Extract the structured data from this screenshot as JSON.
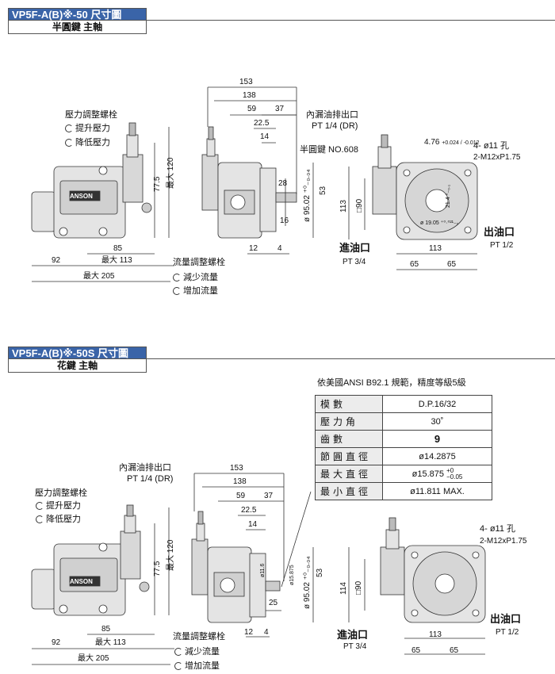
{
  "section1": {
    "title": "VP5F-A(B)※-50 尺寸圖",
    "subtitle": "半圓鍵 主軸",
    "side_view": {
      "pressure_screw": "壓力調整螺栓",
      "raise_pressure": "提升壓力",
      "lower_pressure": "降低壓力",
      "flow_screw": "流量調整螺栓",
      "reduce_flow": "減少流量",
      "increase_flow": "增加流量",
      "dim_77_5": "77.5",
      "dim_max120": "最大 120",
      "dim_85": "85",
      "dim_92": "92",
      "dim_max113": "最大 113",
      "dim_max205": "最大 205",
      "logo": "ANSON"
    },
    "front_view": {
      "drain": "內漏油排出口",
      "drain_pt": "PT 1/4 (DR)",
      "key": "半圓鍵 NO.608",
      "dim_153": "153",
      "dim_138": "138",
      "dim_59": "59",
      "dim_37": "37",
      "dim_22_5": "22.5",
      "dim_14": "14",
      "dim_28": "28",
      "dim_16": "16",
      "dim_12": "12",
      "dim_4": "4",
      "dim_53": "53",
      "dim_phi95": "ø 95.02 ⁺⁰₋₀.₀₄"
    },
    "end_view": {
      "dim_476": "4.76",
      "tol_476": "+0.024 / -0.012",
      "holes": "4- ø11 孔",
      "thread": "2-M12xP1.75",
      "dim_113v": "113",
      "sq90": "□90",
      "dim_214": "21.4 ⁰₋₀.₁",
      "dim_phi1905": "ø 19.05 ⁺⁰·⁰²¹₋₀",
      "outlet": "出油口",
      "outlet_pt": "PT 1/2",
      "inlet": "進油口",
      "inlet_pt": "PT 3/4",
      "dim_113": "113",
      "dim_65a": "65",
      "dim_65b": "65"
    }
  },
  "section2": {
    "title": "VP5F-A(B)※-50S 尺寸圖",
    "subtitle": "花鍵 主軸",
    "spline_caption": "依美國ANSI  B92.1 規範，精度等級5級",
    "spline_table": [
      {
        "key": "模數",
        "value": "D.P.16/32"
      },
      {
        "key": "壓力角",
        "value": "30˚"
      },
      {
        "key": "齒數",
        "value": "9"
      },
      {
        "key": "節圓直徑",
        "value": "ø14.2875"
      },
      {
        "key": "最大直徑",
        "value": "ø15.875",
        "tol_up": "+0",
        "tol_low": "−0.05"
      },
      {
        "key": "最小直徑",
        "value": "ø11.811 MAX."
      }
    ],
    "side_view": {
      "pressure_screw": "壓力調整螺栓",
      "raise_pressure": "提升壓力",
      "lower_pressure": "降低壓力",
      "flow_screw": "流量調整螺栓",
      "reduce_flow": "減少流量",
      "increase_flow": "增加流量",
      "dim_77_5": "77.5",
      "dim_max120": "最大 120",
      "dim_85": "85",
      "dim_92": "92",
      "dim_max113": "最大 113",
      "dim_max205": "最大 205",
      "logo": "ANSON"
    },
    "front_view": {
      "drain": "內漏油排出口",
      "drain_pt": "PT 1/4 (DR)",
      "dim_153": "153",
      "dim_138": "138",
      "dim_59": "59",
      "dim_37": "37",
      "dim_22_5": "22.5",
      "dim_14": "14",
      "dim_phi116": "ø11.6",
      "dim_phi15875": "ø15.875",
      "dim_phi95": "ø 95.02 ⁺⁰₋₀.₀₄",
      "dim_53": "53",
      "dim_25": "25",
      "dim_12": "12",
      "dim_4": "4"
    },
    "end_view": {
      "holes": "4- ø11 孔",
      "thread": "2-M12xP1.75",
      "dim_114v": "114",
      "sq90": "□90",
      "outlet": "出油口",
      "outlet_pt": "PT 1/2",
      "inlet": "進油口",
      "inlet_pt": "PT 3/4",
      "dim_113": "113",
      "dim_65a": "65",
      "dim_65b": "65"
    }
  }
}
